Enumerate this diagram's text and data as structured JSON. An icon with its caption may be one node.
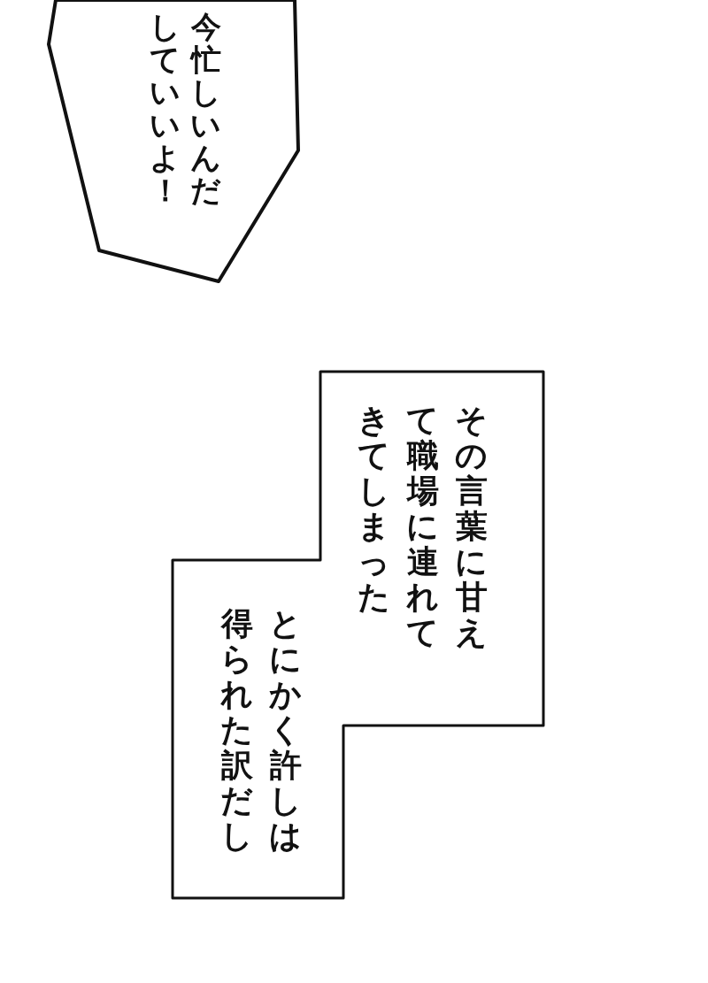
{
  "diagram": {
    "nodes": [
      {
        "text": [
          "今忙しいんだしていいよ！"
        ]
      },
      {
        "text": [
          "その言葉に甘えて職場に連れてきてしまった",
          "とにかく許しは得られた訳だし"
        ]
      }
    ]
  }
}
